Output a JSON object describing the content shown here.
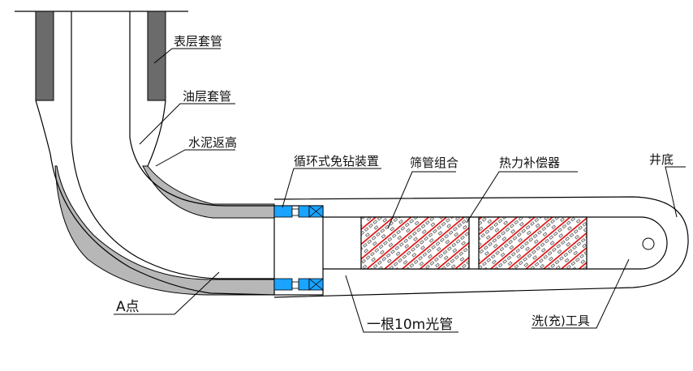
{
  "diagram": {
    "title": "Horizontal well completion schematic",
    "labels": {
      "surface_casing": "表层套管",
      "oil_casing": "油层套管",
      "cement_return": "水泥返高",
      "circulation_device": "循环式免钻装置",
      "screen_assembly": "筛管组合",
      "thermal_compensator": "热力补偿器",
      "well_bottom": "井底",
      "point_a": "A点",
      "plain_pipe": "一根10m光管",
      "wash_tool": "洗(充)工具"
    },
    "colors": {
      "cement": "#b7b7b7",
      "surface_casing": "#6b6b6b",
      "device": "#1aa3ff",
      "screen_stripe": "#e00000",
      "line": "#000000"
    }
  }
}
